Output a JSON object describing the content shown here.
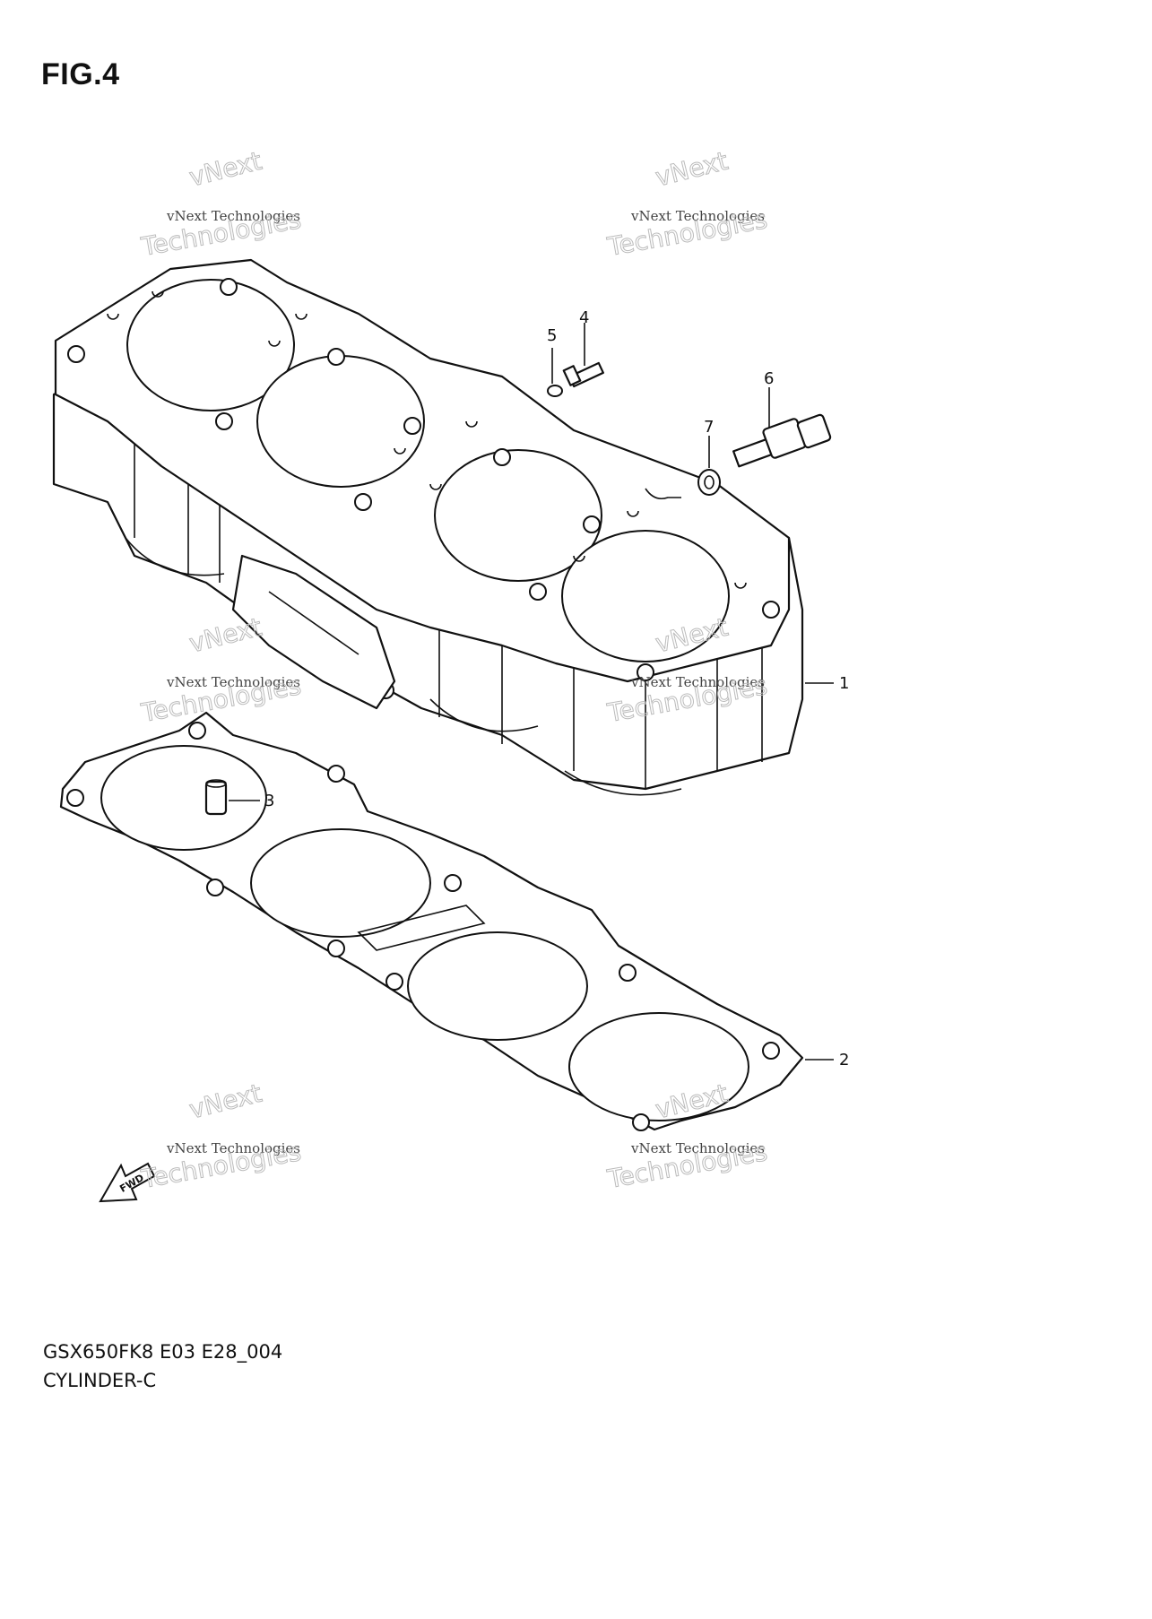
{
  "figure": {
    "title": "FIG.4"
  },
  "footer": {
    "model_code": "GSX650FK8 E03 E28_004",
    "part_name": "CYLINDER-C"
  },
  "callouts": [
    {
      "id": "1",
      "text": "1"
    },
    {
      "id": "2",
      "text": "2"
    },
    {
      "id": "3",
      "text": "3"
    },
    {
      "id": "4",
      "text": "4"
    },
    {
      "id": "5",
      "text": "5"
    },
    {
      "id": "6",
      "text": "6"
    },
    {
      "id": "7",
      "text": "7"
    }
  ],
  "direction_arrow": {
    "label": "FWD"
  },
  "watermark": {
    "line1": "vNext",
    "line2": "vNext Technologies",
    "line3": "Technologies"
  }
}
